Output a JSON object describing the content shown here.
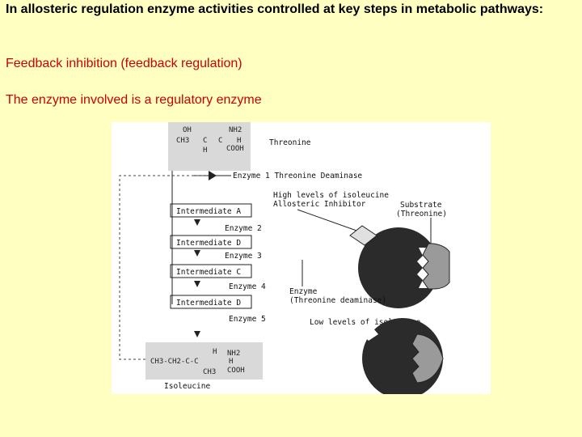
{
  "slide": {
    "title": "In allosteric regulation enzyme activities controlled at key steps in metabolic pathways:",
    "line1": "Feedback inhibition (feedback regulation)",
    "line2": "The enzyme involved is a regulatory enzyme"
  },
  "colors": {
    "background": "#ffffc1",
    "accent_text": "#cc0000",
    "enzyme_dark": "#2b2b2b",
    "site_gray": "#9a9a9a"
  },
  "diagram": {
    "threonine": {
      "name": "Threonine",
      "oh": "OH",
      "nh2": "NH2",
      "ch3": "CH3",
      "c1": "C",
      "c2": "C",
      "h1": "H",
      "h2": "H",
      "cooh": "COOH"
    },
    "enzyme1": "Enzyme 1 Threonine Deaminase",
    "intermediate_a": "Intermediate A",
    "enzyme2": "Enzyme 2",
    "intermediate_b": "Intermediate D",
    "enzyme3": "Enzyme 3",
    "intermediate_c": "Intermediate C",
    "enzyme4": "Enzyme 4",
    "intermediate_d": "Intermediate D",
    "enzyme5": "Enzyme 5",
    "isoleucine": {
      "name": "Isoleucine",
      "left": "CH3-CH2-C-C",
      "top": "H",
      "nh2": "NH2",
      "h": "H",
      "ch3": "CH3",
      "cooh": "COOH"
    },
    "high_levels": "High levels of isoleucine",
    "allosteric_inhibitor": "Allosteric Inhibitor",
    "substrate": "Substrate",
    "substrate_paren": "(Threonine)",
    "enzyme_label": "Enzyme",
    "enzyme_paren": "(Threonine deaminase)",
    "low_levels": "Low levels of isoleucine"
  }
}
